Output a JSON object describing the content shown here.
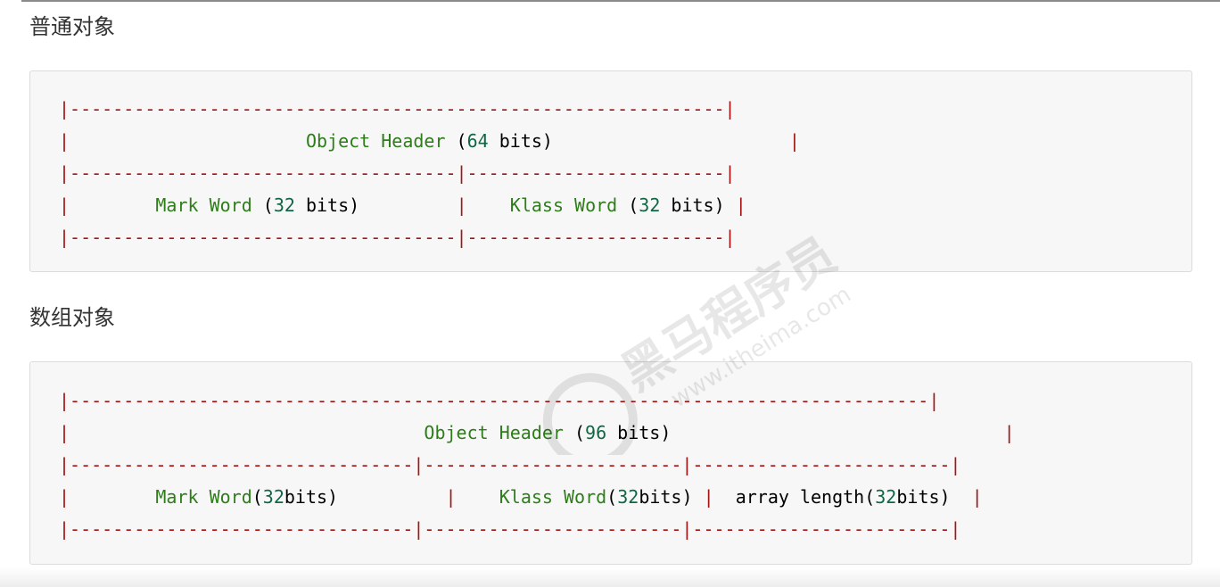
{
  "sections": [
    {
      "heading": "普通对象",
      "lines": [
        [
          {
            "t": "|-------------------------------------------------------------|",
            "c": "border"
          }
        ],
        [
          {
            "t": "|",
            "c": "border"
          },
          {
            "t": "                      ",
            "c": "plain"
          },
          {
            "t": "Object Header",
            "c": "name"
          },
          {
            "t": " (",
            "c": "plain"
          },
          {
            "t": "64",
            "c": "num"
          },
          {
            "t": " bits)",
            "c": "plain"
          },
          {
            "t": "                      ",
            "c": "plain"
          },
          {
            "t": "|",
            "c": "border"
          }
        ],
        [
          {
            "t": "|------------------------------------|------------------------|",
            "c": "border"
          }
        ],
        [
          {
            "t": "|",
            "c": "border"
          },
          {
            "t": "        ",
            "c": "plain"
          },
          {
            "t": "Mark Word",
            "c": "name"
          },
          {
            "t": " (",
            "c": "plain"
          },
          {
            "t": "32",
            "c": "num"
          },
          {
            "t": " bits)",
            "c": "plain"
          },
          {
            "t": "         ",
            "c": "plain"
          },
          {
            "t": "|",
            "c": "border"
          },
          {
            "t": "    ",
            "c": "plain"
          },
          {
            "t": "Klass Word",
            "c": "name"
          },
          {
            "t": " (",
            "c": "plain"
          },
          {
            "t": "32",
            "c": "num"
          },
          {
            "t": " bits)",
            "c": "plain"
          },
          {
            "t": " ",
            "c": "plain"
          },
          {
            "t": "|",
            "c": "border"
          }
        ],
        [
          {
            "t": "|------------------------------------|------------------------|",
            "c": "border"
          }
        ]
      ]
    },
    {
      "heading": "数组对象",
      "lines": [
        [
          {
            "t": "|--------------------------------------------------------------------------------|",
            "c": "border"
          }
        ],
        [
          {
            "t": "|",
            "c": "border"
          },
          {
            "t": "                                 ",
            "c": "plain"
          },
          {
            "t": "Object Header",
            "c": "name"
          },
          {
            "t": " (",
            "c": "plain"
          },
          {
            "t": "96",
            "c": "num"
          },
          {
            "t": " bits)",
            "c": "plain"
          },
          {
            "t": "                               ",
            "c": "plain"
          },
          {
            "t": "|",
            "c": "border"
          }
        ],
        [
          {
            "t": "|--------------------------------|------------------------|------------------------|",
            "c": "border"
          }
        ],
        [
          {
            "t": "|",
            "c": "border"
          },
          {
            "t": "        ",
            "c": "plain"
          },
          {
            "t": "Mark Word",
            "c": "name"
          },
          {
            "t": "(",
            "c": "plain"
          },
          {
            "t": "32",
            "c": "num"
          },
          {
            "t": "bits)",
            "c": "plain"
          },
          {
            "t": "          ",
            "c": "plain"
          },
          {
            "t": "|",
            "c": "border"
          },
          {
            "t": "    ",
            "c": "plain"
          },
          {
            "t": "Klass Word",
            "c": "name"
          },
          {
            "t": "(",
            "c": "plain"
          },
          {
            "t": "32",
            "c": "num"
          },
          {
            "t": "bits)",
            "c": "plain"
          },
          {
            "t": " ",
            "c": "plain"
          },
          {
            "t": "|",
            "c": "border"
          },
          {
            "t": "  ",
            "c": "plain"
          },
          {
            "t": "array length(",
            "c": "plain"
          },
          {
            "t": "32",
            "c": "num"
          },
          {
            "t": "bits)",
            "c": "plain"
          },
          {
            "t": "  ",
            "c": "plain"
          },
          {
            "t": "|",
            "c": "border"
          }
        ],
        [
          {
            "t": "|--------------------------------|------------------------|------------------------|",
            "c": "border"
          }
        ]
      ]
    }
  ],
  "watermark": {
    "brand": "黑马程序员",
    "url": "www.itheima.com"
  },
  "colors": {
    "border": "#a31515",
    "name": "#2e7d1a",
    "num": "#116644",
    "plain": "#000000",
    "code_bg": "#f7f7f7"
  }
}
